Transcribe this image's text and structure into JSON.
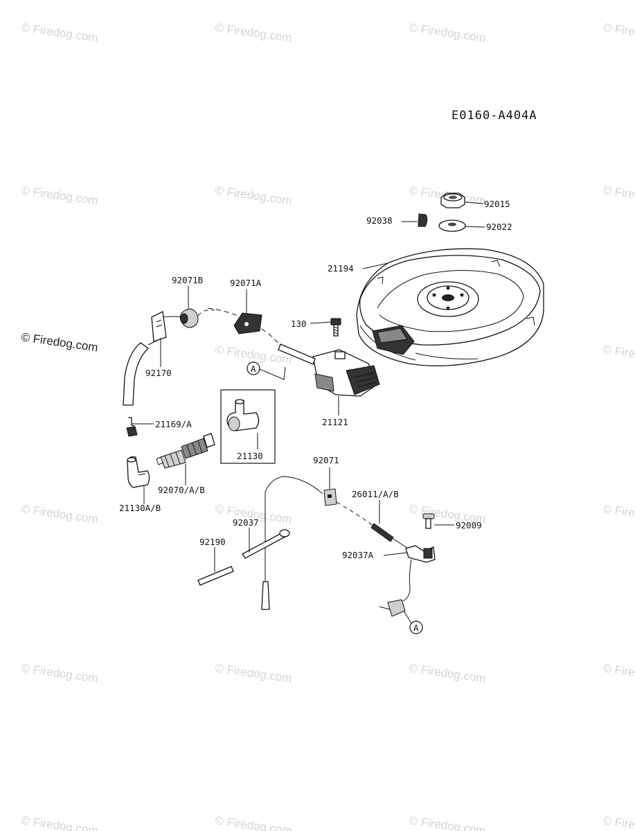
{
  "diagram_code": "E0160-A404A",
  "watermark": {
    "text": "© Firedog.com"
  },
  "parts": [
    {
      "number": "92015"
    },
    {
      "number": "92038"
    },
    {
      "number": "92022"
    },
    {
      "number": "21194"
    },
    {
      "number": "92071B"
    },
    {
      "number": "92071A"
    },
    {
      "number": "130"
    },
    {
      "number": "92170"
    },
    {
      "number": "21121"
    },
    {
      "number": "21169/A"
    },
    {
      "number": "21130"
    },
    {
      "number": "92070/A/B"
    },
    {
      "number": "21130A/B"
    },
    {
      "number": "92071"
    },
    {
      "number": "26011/A/B"
    },
    {
      "number": "92009"
    },
    {
      "number": "92037"
    },
    {
      "number": "92190"
    },
    {
      "number": "92037A"
    }
  ],
  "connectors": [
    {
      "label": "A"
    },
    {
      "label": "A"
    }
  ]
}
